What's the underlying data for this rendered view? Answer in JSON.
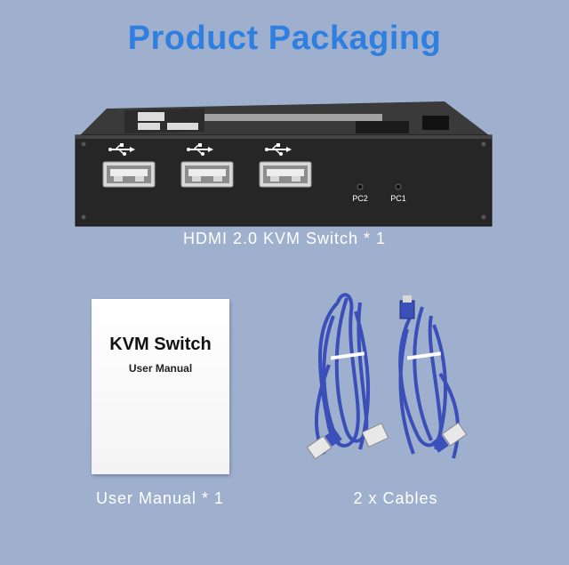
{
  "title": "Product Packaging",
  "device": {
    "caption": "HDMI 2.0 KVM Switch * 1",
    "port_labels": [
      "PC2",
      "PC1"
    ]
  },
  "manual": {
    "title": "KVM Switch",
    "subtitle": "User Manual",
    "caption": "User Manual * 1"
  },
  "cables": {
    "caption": "2 x Cables"
  },
  "colors": {
    "background": "#9fb0cf",
    "title": "#2f7fe0",
    "device_body": "#2a2a2a",
    "cable_blue": "#3a4fb8"
  },
  "icons": [
    "usb-icon",
    "usb-icon",
    "usb-icon"
  ]
}
